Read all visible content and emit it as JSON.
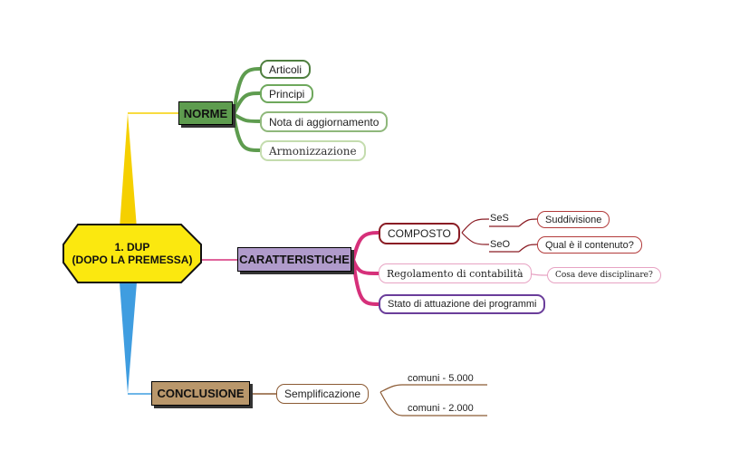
{
  "root": {
    "line1": "1. DUP",
    "line2": "(DOPO LA PREMESSA)"
  },
  "norme": {
    "label": "NORME",
    "items": [
      "Articoli",
      "Principi",
      "Nota di aggiornamento",
      "Armonizzazione"
    ]
  },
  "caratteristiche": {
    "label": "CARATTERISTICHE",
    "composto": "COMPOSTO",
    "ses": "SeS",
    "ses_child": "Suddivisione",
    "seo": "SeO",
    "seo_child": "Qual è il contenuto?",
    "regolamento": "Regolamento di contabilità",
    "regolamento_child": "Cosa deve disciplinare?",
    "stato": "Stato di attuazione dei programmi"
  },
  "conclusione": {
    "label": "CONCLUSIONE",
    "semplificazione": "Semplificazione",
    "comuni_1": "comuni - 5.000",
    "comuni_2": "comuni - 2.000"
  },
  "colors": {
    "root": "#fbe80f",
    "norme": "#5e9c4f",
    "caratteristiche": "#b09bcb",
    "conclusione": "#b9976b",
    "branch_yellow": "#f5d000",
    "branch_blue": "#3f9de0",
    "branch_pink": "#d6307a",
    "composto_border": "#8a1c24",
    "purple": "#6a3d9a",
    "brown": "#8b5a33"
  }
}
